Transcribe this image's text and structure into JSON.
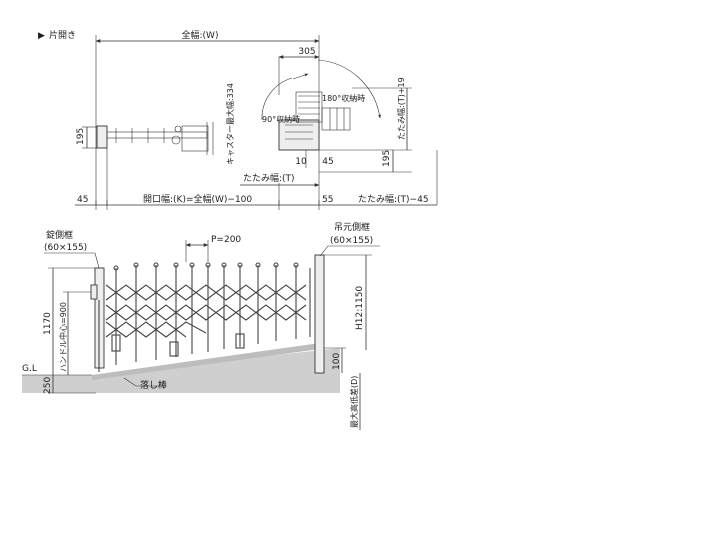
{
  "header": {
    "marker": "▶",
    "title": "片開き"
  },
  "plan": {
    "total_width": "全幅:(W)",
    "d305": "305",
    "rot180": "180°収納時",
    "rot90": "90°収納時",
    "tatami_t19": "たたみ幅:(T)+19",
    "caster": "キャスター最大幅:334",
    "d195_left": "195",
    "d195_right": "195",
    "d10": "10",
    "d45_mid": "45",
    "tatami_t": "たたみ幅:(T)",
    "d45_left": "45",
    "opening": "開口幅:(K)=全幅(W)−100",
    "d55": "55",
    "tatami_t45": "たたみ幅:(T)−45"
  },
  "elevation": {
    "lock_frame": "錠側框",
    "lock_frame_size": "(60×155)",
    "pitch": "P=200",
    "hinge_frame": "吊元側框",
    "hinge_frame_size": "(60×155)",
    "h1170": "1170",
    "handle_center": "ハンドル中心=900",
    "h_total": "H12:1150",
    "d100": "100",
    "gl": "G.L",
    "d250": "250",
    "drop_rod": "落し棒",
    "max_level_diff": "最大高低差(D)"
  }
}
